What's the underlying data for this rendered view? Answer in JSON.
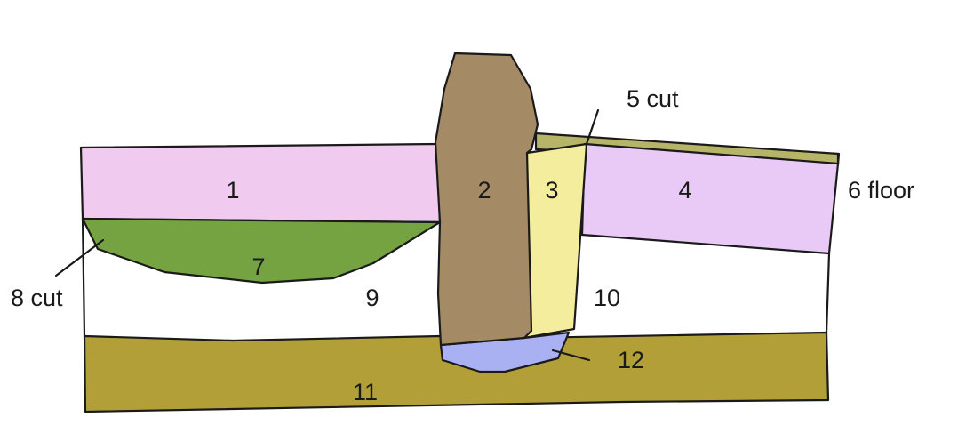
{
  "diagram": {
    "labels": {
      "unit_1": "1",
      "unit_2": "2",
      "unit_3": "3",
      "unit_4": "4",
      "unit_5": "5 cut",
      "unit_6": "6 floor",
      "unit_7": "7",
      "unit_8": "8 cut",
      "unit_9": "9",
      "unit_10": "10",
      "unit_11": "11",
      "unit_12": "12"
    },
    "colors": {
      "unit_1": "#f0cbef",
      "unit_2": "#a58a66",
      "unit_3": "#f3ed9d",
      "unit_4": "#e9c9f5",
      "unit_6": "#b6b468",
      "unit_7": "#76a341",
      "unit_11": "#b29f38",
      "unit_12": "#aab1f3",
      "outline": "#1a1a1a"
    }
  }
}
